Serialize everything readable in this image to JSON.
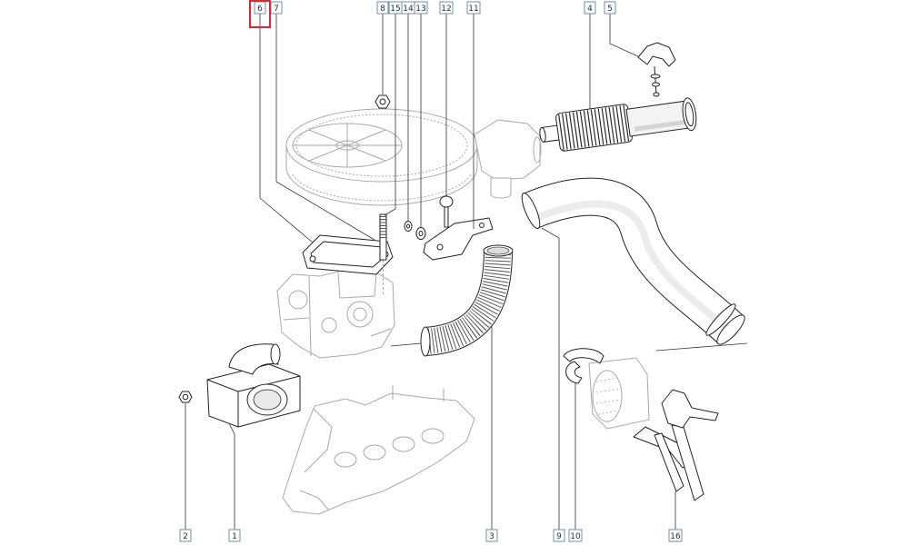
{
  "diagram": {
    "highlight_color": "#e1262d",
    "callout_border_color": "#6f8fae",
    "callouts_top": [
      {
        "label": "6",
        "selected": true
      },
      {
        "label": "7",
        "selected": false
      },
      {
        "label": "8",
        "selected": false
      },
      {
        "label": "15",
        "selected": false
      },
      {
        "label": "14",
        "selected": false
      },
      {
        "label": "13",
        "selected": false
      },
      {
        "label": "12",
        "selected": false
      },
      {
        "label": "11",
        "selected": false
      },
      {
        "label": "4",
        "selected": false
      },
      {
        "label": "5",
        "selected": false
      }
    ],
    "callouts_bottom": [
      {
        "label": "2",
        "selected": false
      },
      {
        "label": "1",
        "selected": false
      },
      {
        "label": "3",
        "selected": false
      },
      {
        "label": "9",
        "selected": false
      },
      {
        "label": "10",
        "selected": false
      },
      {
        "label": "16",
        "selected": false
      }
    ]
  }
}
